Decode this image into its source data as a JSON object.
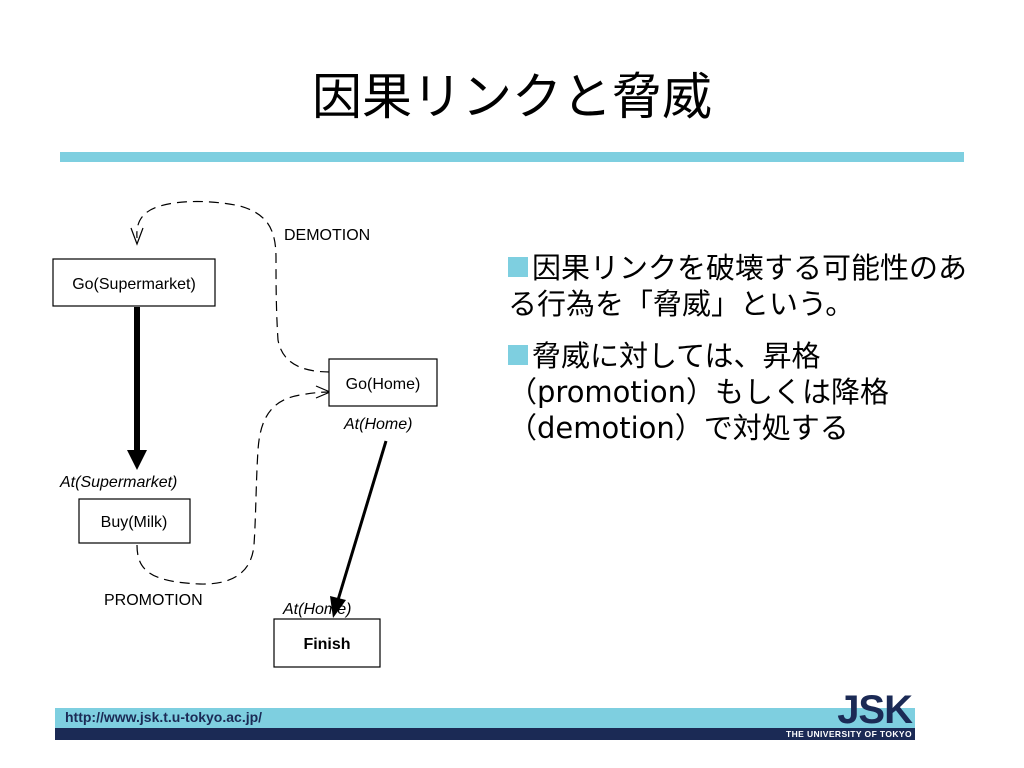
{
  "slide": {
    "title": "因果リンクと脅威"
  },
  "diagram": {
    "nodes": {
      "go_supermarket": "Go(Supermarket)",
      "buy_milk": "Buy(Milk)",
      "go_home": "Go(Home)",
      "finish": "Finish"
    },
    "conditions": {
      "at_supermarket": "At(Supermarket)",
      "at_home_effect": "At(Home)",
      "at_home_precond": "At(Home)"
    },
    "edge_labels": {
      "demotion": "DEMOTION",
      "promotion": "PROMOTION"
    }
  },
  "bullets": [
    {
      "text": "因果リンクを破壊する可能性のある行為を「脅威」という。"
    },
    {
      "text": "脅威に対しては、昇格（promotion）もしくは降格（demotion）で対処する"
    }
  ],
  "footer": {
    "url": "http://www.jsk.t.u-tokyo.ac.jp/",
    "logo_main": "JSK",
    "logo_sub": "THE UNIVERSITY OF TOKYO"
  },
  "colors": {
    "accent": "#7ecfe0",
    "footer_dark": "#1b2a55"
  }
}
